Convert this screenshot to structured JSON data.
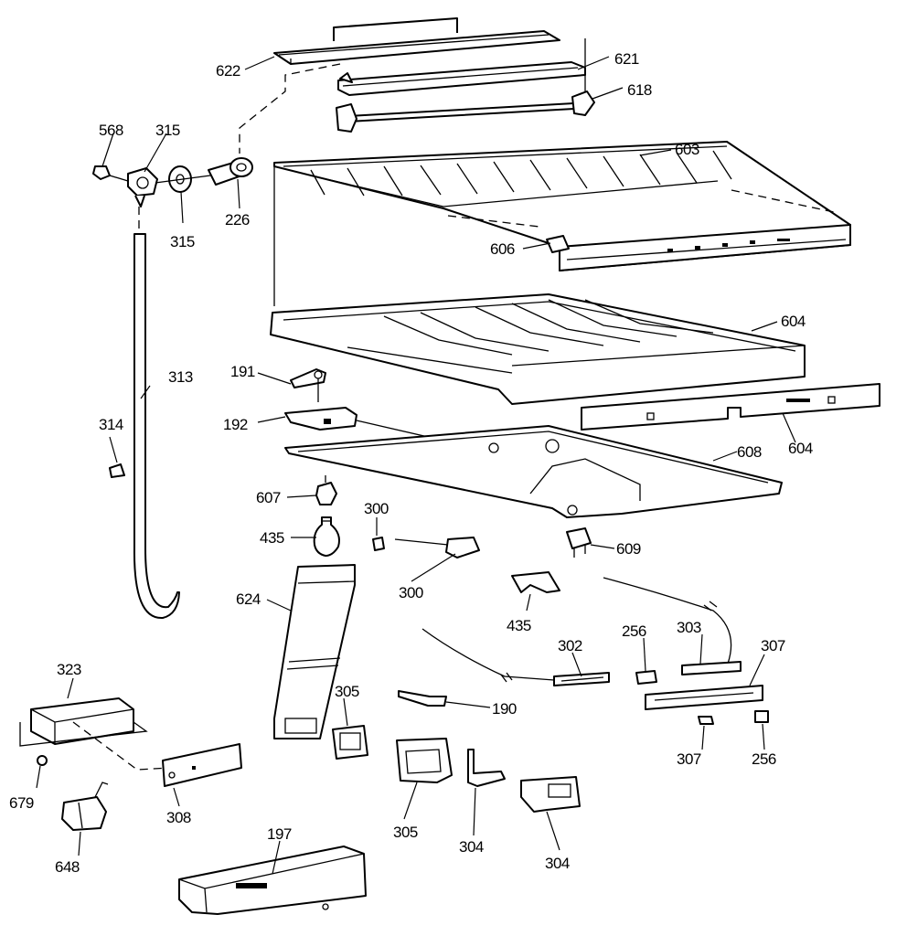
{
  "colors": {
    "ink": "#000000",
    "paper": "#ffffff"
  },
  "labels": [
    {
      "id": "l622",
      "text": "622"
    },
    {
      "id": "l621",
      "text": "621"
    },
    {
      "id": "l618",
      "text": "618"
    },
    {
      "id": "l568",
      "text": "568"
    },
    {
      "id": "l315a",
      "text": "315"
    },
    {
      "id": "l315b",
      "text": "315"
    },
    {
      "id": "l226",
      "text": "226"
    },
    {
      "id": "l603",
      "text": "603"
    },
    {
      "id": "l606",
      "text": "606"
    },
    {
      "id": "l604a",
      "text": "604"
    },
    {
      "id": "l604b",
      "text": "604"
    },
    {
      "id": "l191",
      "text": "191"
    },
    {
      "id": "l192",
      "text": "192"
    },
    {
      "id": "l313",
      "text": "313"
    },
    {
      "id": "l314",
      "text": "314"
    },
    {
      "id": "l608",
      "text": "608"
    },
    {
      "id": "l607",
      "text": "607"
    },
    {
      "id": "l300a",
      "text": "300"
    },
    {
      "id": "l435a",
      "text": "435"
    },
    {
      "id": "l609",
      "text": "609"
    },
    {
      "id": "l300b",
      "text": "300"
    },
    {
      "id": "l624",
      "text": "624"
    },
    {
      "id": "l435b",
      "text": "435"
    },
    {
      "id": "l256a",
      "text": "256"
    },
    {
      "id": "l303",
      "text": "303"
    },
    {
      "id": "l302",
      "text": "302"
    },
    {
      "id": "l307a",
      "text": "307"
    },
    {
      "id": "l323",
      "text": "323"
    },
    {
      "id": "l305a",
      "text": "305"
    },
    {
      "id": "l190",
      "text": "190"
    },
    {
      "id": "l307b",
      "text": "307"
    },
    {
      "id": "l256b",
      "text": "256"
    },
    {
      "id": "l679",
      "text": "679"
    },
    {
      "id": "l308",
      "text": "308"
    },
    {
      "id": "l305b",
      "text": "305"
    },
    {
      "id": "l304a",
      "text": "304"
    },
    {
      "id": "l304b",
      "text": "304"
    },
    {
      "id": "l648",
      "text": "648"
    },
    {
      "id": "l197",
      "text": "197"
    }
  ]
}
